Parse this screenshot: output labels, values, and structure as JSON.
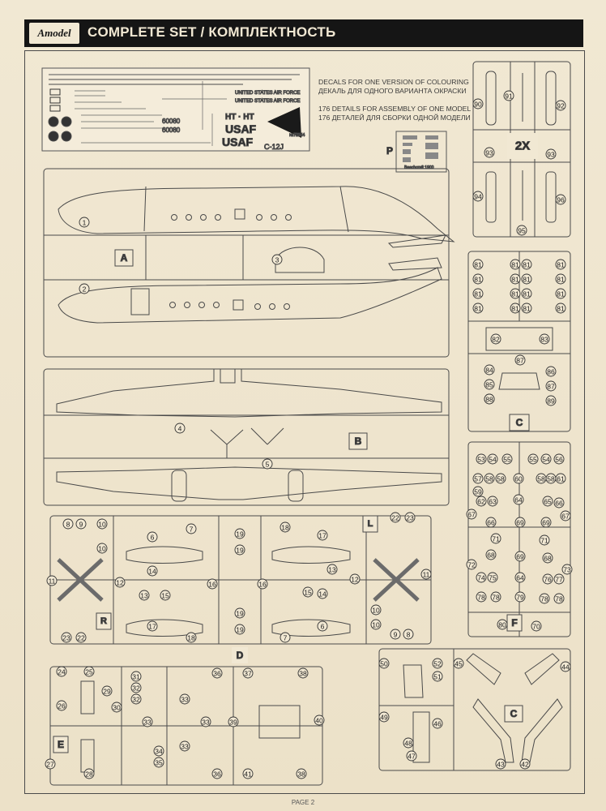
{
  "header": {
    "brand": "Amodel",
    "title": "COMPLETE SET / КОМПЛЕКТНОСТЬ"
  },
  "notes": {
    "decals_en": "DECALS FOR ONE VERSION OF COLOURING",
    "decals_ru": "ДЕКАЛЬ ДЛЯ ОДНОГО ВАРИАНТА ОКРАСКИ",
    "details_en": "176 DETAILS FOR ASSEMBLY OF ONE MODEL",
    "details_ru": "176 ДЕТАЛЕЙ ДЛЯ СБОРКИ ОДНОЙ МОДЕЛИ"
  },
  "decal_sheet": {
    "usaf_1": "UNITED STATES AIR FORCE",
    "usaf_2": "UNITED STATES AIR FORCE",
    "serial_1": "60080",
    "serial_2": "60080",
    "code": "HT · HT",
    "usaf_big_1": "USAF",
    "usaf_big_2": "USAF",
    "model": "C-12J",
    "catalog": "№72344"
  },
  "pe_sheet": {
    "letter": "P",
    "caption": "Beechcraft 1900"
  },
  "sprues": {
    "A": "A",
    "B": "B",
    "C_upper": "C",
    "C_lower": "C",
    "D": "D",
    "E": "E",
    "F": "F",
    "L": "L",
    "R": "R",
    "count_2x": "2X"
  },
  "footer": {
    "page": "PAGE 2"
  }
}
